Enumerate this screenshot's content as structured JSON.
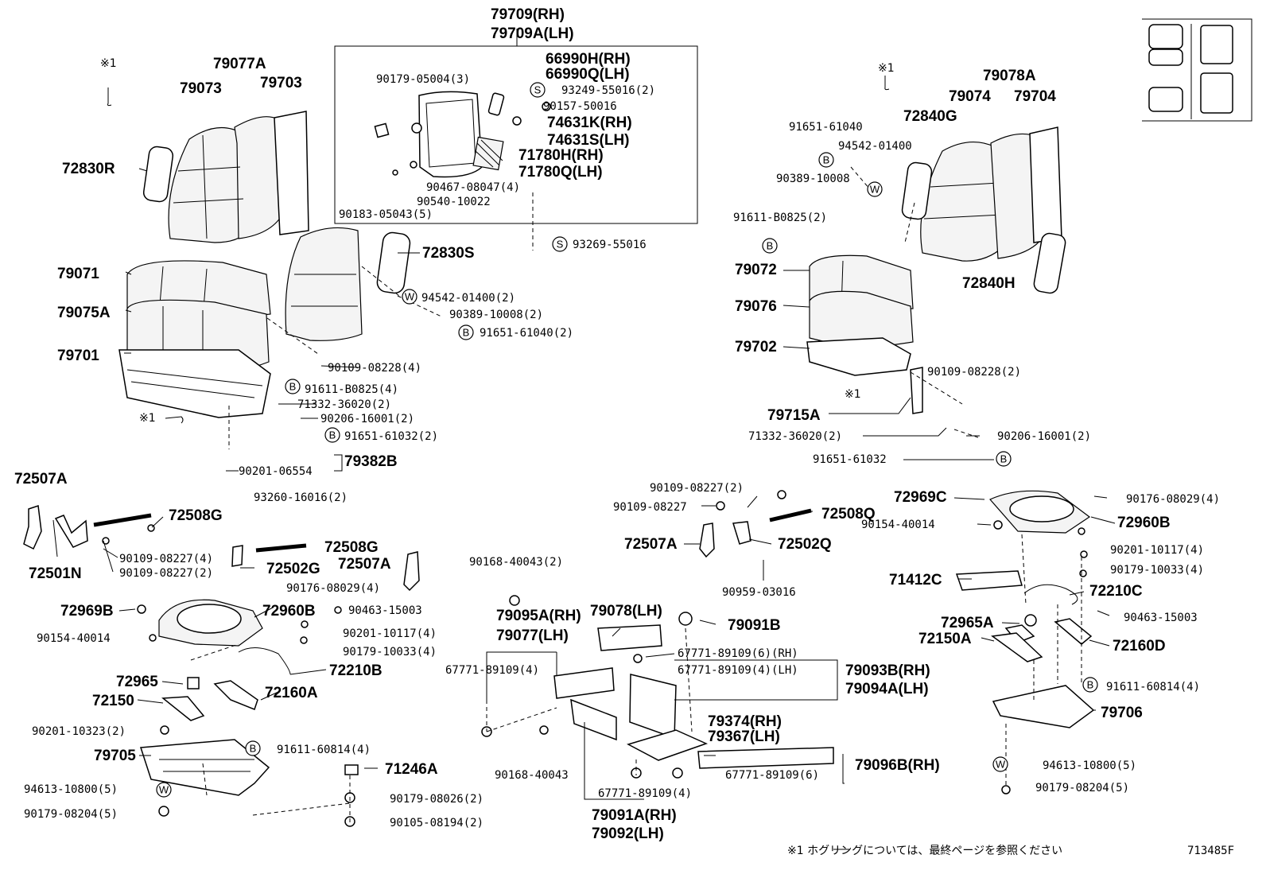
{
  "diagram": {
    "id_code": "713485F",
    "footnote": "※1 ホグリングについては、最終ページを参照ください",
    "markers": [
      "※1"
    ],
    "symbols": {
      "S": "S",
      "B": "B",
      "W": "W"
    },
    "labels": [
      "79709(RH)",
      "79709A(LH)",
      "66990H(RH)",
      "66990Q(LH)",
      "90179-05004(3)",
      "93249-55016(2)",
      "90157-50016",
      "74631K(RH)",
      "74631S(LH)",
      "71780H(RH)",
      "71780Q(LH)",
      "90467-08047(4)",
      "90540-10022",
      "90183-05043(5)",
      "93269-55016",
      "79077A",
      "79073",
      "79703",
      "72830R",
      "72830S",
      "79071",
      "79075A",
      "79701",
      "94542-01400(2)",
      "90389-10008(2)",
      "91651-61040(2)",
      "90109-08228(4)",
      "91611-B0825(4)",
      "71332-36020(2)",
      "90206-16001(2)",
      "91651-61032(2)",
      "90201-06554",
      "79382B",
      "93260-16016(2)",
      "72507A",
      "72508G",
      "72501N",
      "90109-08227(4)",
      "90109-08227(2)",
      "72508G",
      "72502G",
      "72507A",
      "90176-08029(4)",
      "72969B",
      "72960B",
      "90463-15003",
      "90154-40014",
      "90201-10117(4)",
      "90179-10033(4)",
      "72965",
      "72210B",
      "72150",
      "72160A",
      "90201-10323(2)",
      "79705",
      "91611-60814(4)",
      "71246A",
      "94613-10800(5)",
      "90179-08026(2)",
      "90179-08204(5)",
      "90105-08194(2)",
      "79078A",
      "79074",
      "79704",
      "72840G",
      "91651-61040",
      "94542-01400",
      "90389-10008",
      "91611-B0825(2)",
      "79072",
      "79076",
      "79702",
      "72840H",
      "90109-08228(2)",
      "79715A",
      "71332-36020(2)",
      "90206-16001(2)",
      "91651-61032",
      "90109-08227(2)",
      "90109-08227",
      "72508Q",
      "72507A",
      "72502Q",
      "90959-03016",
      "72969C",
      "90176-08029(4)",
      "90154-40014",
      "72960B",
      "90201-10117(4)",
      "90179-10033(4)",
      "71412C",
      "72210C",
      "90463-15003",
      "72965A",
      "72150A",
      "72160D",
      "91611-60814(4)",
      "79706",
      "94613-10800(5)",
      "90179-08204(5)",
      "90168-40043(2)",
      "79095A(RH)",
      "79077(LH)",
      "79078(LH)",
      "79091B",
      "67771-89109(4)",
      "67771-89109(6)(RH)",
      "67771-89109(4)(LH)",
      "79093B(RH)",
      "79094A(LH)",
      "79374(RH)",
      "79367(LH)",
      "90168-40043",
      "67771-89109(6)",
      "79096B(RH)",
      "67771-89109(4)",
      "79091A(RH)",
      "79092(LH)"
    ]
  }
}
